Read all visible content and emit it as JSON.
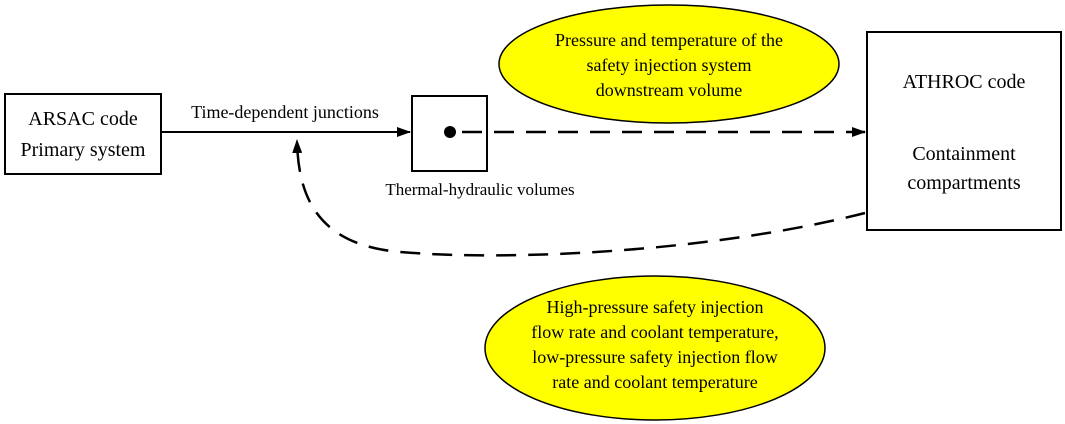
{
  "diagram": {
    "arsac_box": {
      "line1": "ARSAC code",
      "line2": "Primary system"
    },
    "junction_label": "Time-dependent junctions",
    "volume_label": "Thermal-hydraulic volumes",
    "athroc_box": {
      "line1": "ATHROC code",
      "line2": "Containment",
      "line3": "compartments"
    },
    "top_ellipse": {
      "line1": "Pressure and temperature of the",
      "line2": "safety injection system",
      "line3": "downstream volume"
    },
    "bottom_ellipse": {
      "line1": "High-pressure safety injection",
      "line2": "flow rate and coolant temperature,",
      "line3": "low-pressure safety injection flow",
      "line4": "rate and coolant temperature"
    },
    "colors": {
      "ellipse_fill": "#ffff00",
      "stroke": "#000000",
      "background": "#ffffff"
    }
  }
}
